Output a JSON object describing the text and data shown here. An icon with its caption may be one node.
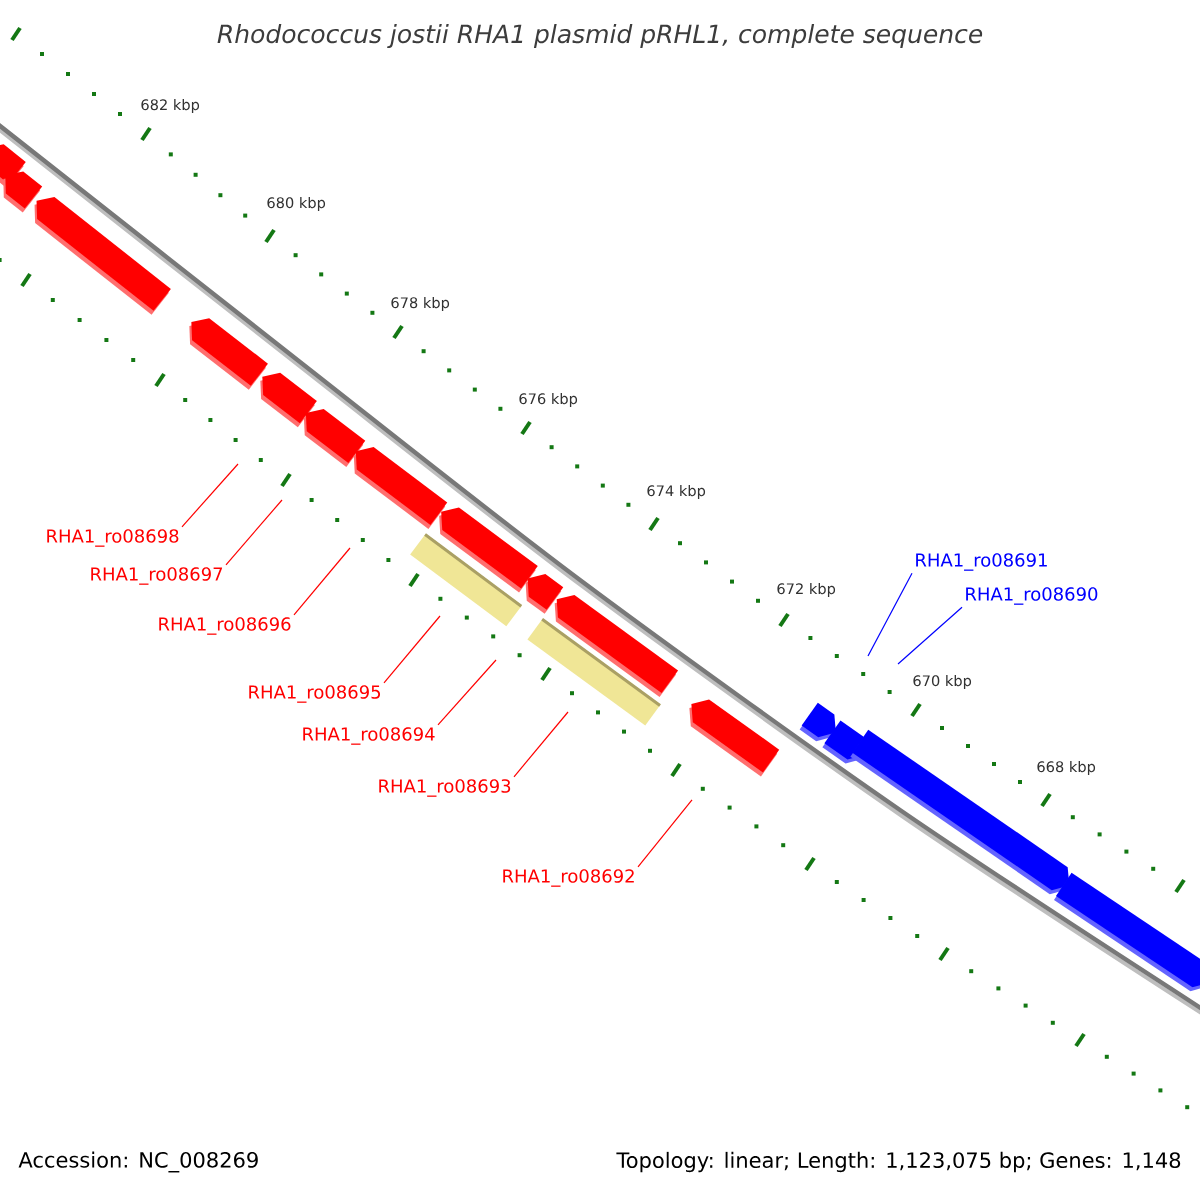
{
  "diagram": {
    "title": "Rhodococcus jostii RHA1 plasmid pRHL1, complete sequence",
    "nodes": [
      {
        "text": [
          "RHA1_ro08698"
        ]
      },
      {
        "text": [
          "RHA1_ro08697"
        ]
      },
      {
        "text": [
          "RHA1_ro08696"
        ]
      },
      {
        "text": [
          "RHA1_ro08695"
        ]
      },
      {
        "text": [
          "RHA1_ro08694"
        ]
      },
      {
        "text": [
          "RHA1_ro08693"
        ]
      },
      {
        "text": [
          "RHA1_ro08692"
        ]
      },
      {
        "text": [
          "RHA1_ro08691"
        ]
      },
      {
        "text": [
          "RHA1_ro08690"
        ]
      }
    ],
    "edges": [
      {
        "from": 0,
        "to": null,
        "arrow": "none"
      },
      {
        "from": 1,
        "to": null,
        "arrow": "none"
      },
      {
        "from": 2,
        "to": null,
        "arrow": "none"
      },
      {
        "from": 3,
        "to": null,
        "arrow": "none"
      },
      {
        "from": 4,
        "to": null,
        "arrow": "none"
      },
      {
        "from": 5,
        "to": null,
        "arrow": "none"
      },
      {
        "from": 6,
        "to": null,
        "arrow": "none"
      },
      {
        "from": 7,
        "to": null,
        "arrow": "none",
        "color": "#0000ff"
      },
      {
        "from": 8,
        "to": null,
        "arrow": "none",
        "color": "#0000ff"
      }
    ],
    "labels": [
      "682 kbp",
      "680 kbp",
      "678 kbp",
      "676 kbp",
      "674 kbp",
      "672 kbp",
      "670 kbp",
      "668 kbp",
      "Accession: NC_008269",
      "Topology: linear; Length: 1,123,075 bp; Genes: 1,148"
    ]
  }
}
